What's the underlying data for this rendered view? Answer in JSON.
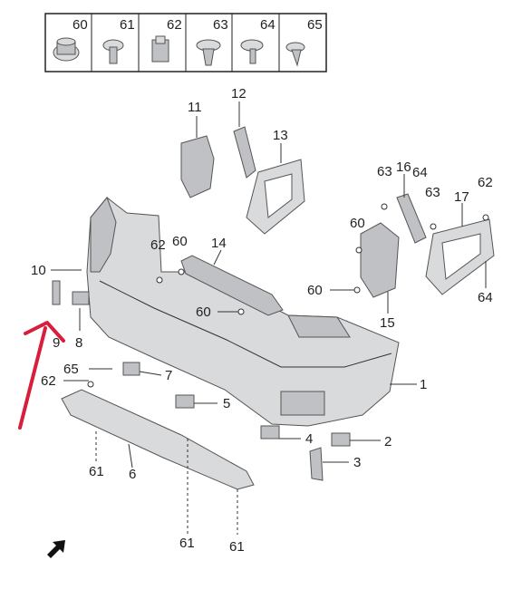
{
  "header_parts": [
    "60",
    "61",
    "62",
    "63",
    "64",
    "65"
  ],
  "callouts": {
    "c1": "1",
    "c2": "2",
    "c3": "3",
    "c4": "4",
    "c5": "5",
    "c6": "6",
    "c7": "7",
    "c8": "8",
    "c9": "9",
    "c10": "10",
    "c11": "11",
    "c12": "12",
    "c13": "13",
    "c14": "14",
    "c15": "15",
    "c16": "16",
    "c17": "17",
    "c60a": "60",
    "c60b": "60",
    "c60c": "60",
    "c60d": "60",
    "c61a": "61",
    "c61b": "61",
    "c61c": "61",
    "c62a": "62",
    "c62b": "62",
    "c62c": "62",
    "c63a": "63",
    "c63b": "63",
    "c64a": "64",
    "c64b": "64",
    "c65a": "65"
  },
  "colors": {
    "part": "#d9dadc",
    "arrow": "#d81e3a"
  },
  "icons": [
    "red-pointer-arrow-icon",
    "black-direction-arrow-icon"
  ]
}
